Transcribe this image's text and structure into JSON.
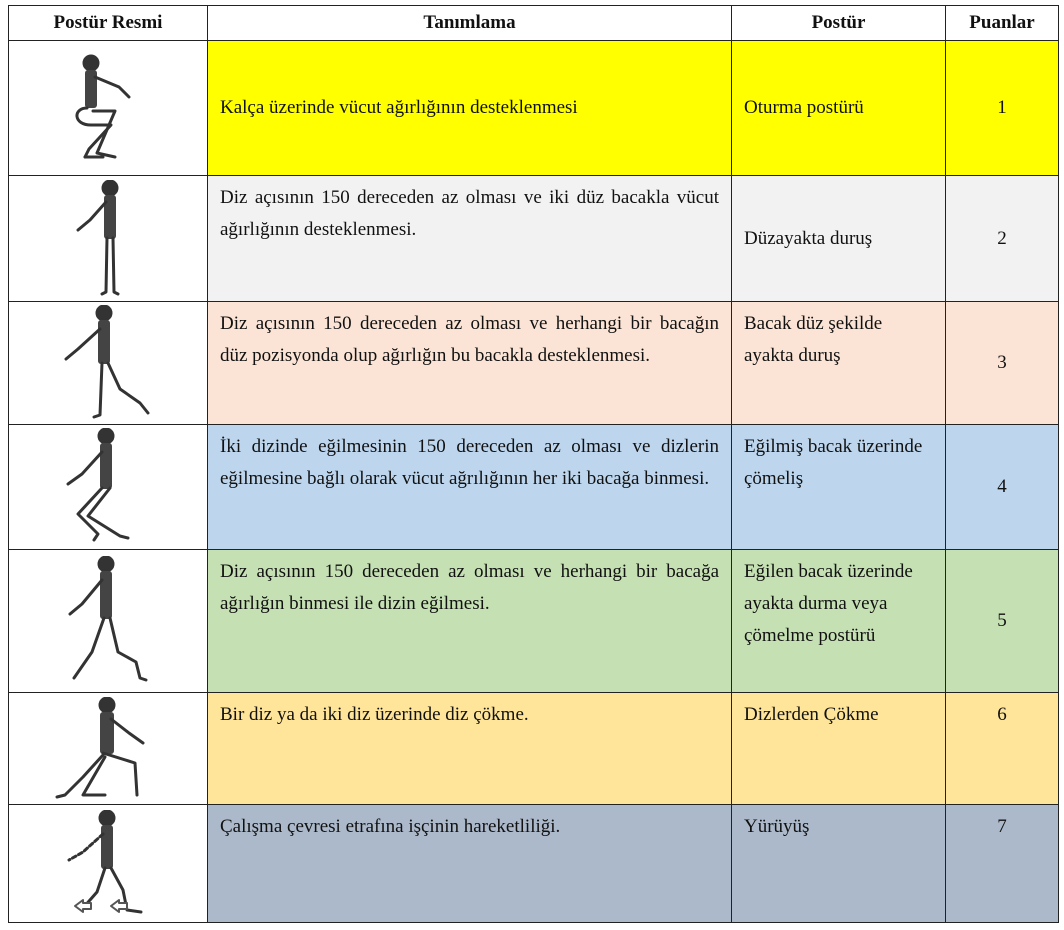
{
  "table": {
    "headers": {
      "image": "Postür Resmi",
      "description": "Tanımlama",
      "posture": "Postür",
      "points": "Puanlar"
    },
    "rows": [
      {
        "description": "Kalça üzerinde vücut ağırlığının desteklenmesi",
        "posture": "Oturma postürü",
        "points": "1",
        "color": "#ffff00",
        "icon": "sitting-figure-icon"
      },
      {
        "description": "Diz açısının 150 dereceden az olması ve iki düz bacakla vücut ağırlığının desteklenmesi.",
        "posture": "Düzayakta duruş",
        "points": "2",
        "color": "#f2f2f2",
        "icon": "standing-straight-figure-icon"
      },
      {
        "description": "Diz açısının 150 dereceden az olması ve herhangi bir bacağın düz pozisyonda olup ağırlığın bu bacakla desteklenmesi.",
        "posture": "Bacak düz şekilde ayakta duruş",
        "points": "3",
        "color": "#fbe4d5",
        "icon": "standing-one-leg-figure-icon"
      },
      {
        "description": "İki dizinde eğilmesinin 150 dereceden az olması ve dizlerin eğilmesine bağlı olarak vücut ağrılığının her iki bacağa binmesi.",
        "posture": "Eğilmiş bacak üzerinde çömeliş",
        "points": "4",
        "color": "#bdd6ee",
        "icon": "squatting-figure-icon"
      },
      {
        "description": "Diz açısının 150 dereceden az olması ve herhangi bir bacağa ağırlığın binmesi ile dizin eğilmesi.",
        "posture": "Eğilen bacak üzerinde ayakta durma veya çömelme postürü",
        "points": "5",
        "color": "#c5e0b3",
        "icon": "bent-leg-figure-icon"
      },
      {
        "description": "Bir diz ya da iki diz üzerinde diz çökme.",
        "posture": "Dizlerden Çökme",
        "points": "6",
        "color": "#ffe599",
        "icon": "kneeling-figure-icon"
      },
      {
        "description": "Çalışma çevresi etrafına işçinin hareketliliği.",
        "posture": "Yürüyüş",
        "points": "7",
        "color": "#acb9ca",
        "icon": "walking-figure-icon"
      }
    ]
  }
}
